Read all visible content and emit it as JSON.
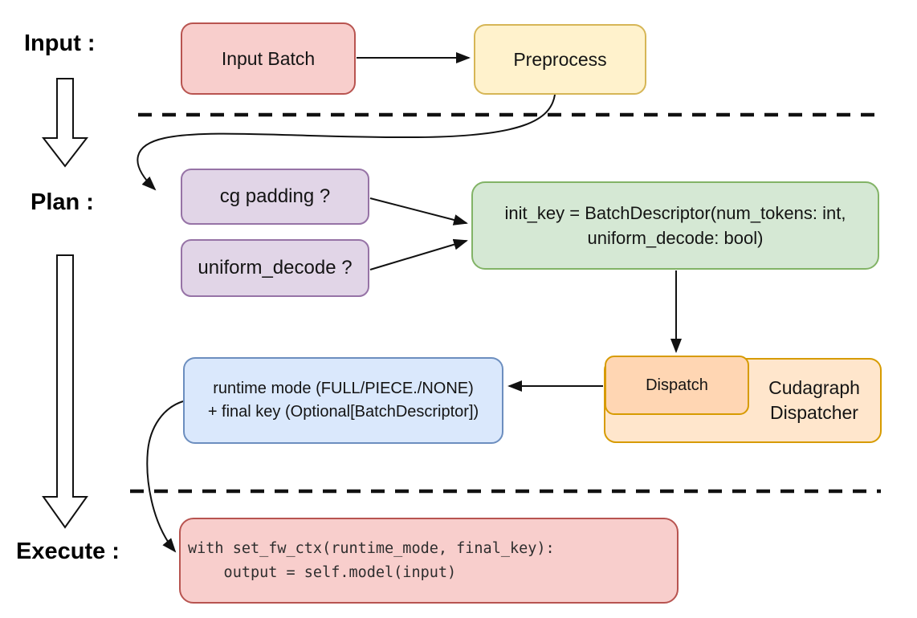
{
  "stages": {
    "input": "Input :",
    "plan": "Plan :",
    "execute": "Execute :"
  },
  "nodes": {
    "input_batch": {
      "label": "Input Batch"
    },
    "preprocess": {
      "label": "Preprocess"
    },
    "cg_padding": {
      "label": "cg padding ?"
    },
    "uniform_decode": {
      "label": "uniform_decode ?"
    },
    "init_key": {
      "line1": "init_key = BatchDescriptor(num_tokens: int,",
      "line2": "uniform_decode: bool)"
    },
    "runtime_mode": {
      "line1": "runtime mode (FULL/PIECE./NONE)",
      "line2": "+ final key (Optional[BatchDescriptor])"
    },
    "dispatch": {
      "label": "Dispatch"
    },
    "cudagraph_dispatcher": {
      "line1": "Cudagraph",
      "line2": "Dispatcher"
    },
    "execute_code": {
      "line1": "with set_fw_ctx(runtime_mode, final_key):",
      "line2": "    output = self.model(input)"
    }
  },
  "edges": [
    {
      "from": "input_batch",
      "to": "preprocess"
    },
    {
      "from": "preprocess",
      "to": "cg_padding"
    },
    {
      "from": "cg_padding",
      "to": "init_key"
    },
    {
      "from": "uniform_decode",
      "to": "init_key"
    },
    {
      "from": "init_key",
      "to": "dispatch"
    },
    {
      "from": "dispatch",
      "to": "runtime_mode"
    },
    {
      "from": "runtime_mode",
      "to": "execute_code"
    },
    {
      "from": "stage-input",
      "to": "stage-plan"
    },
    {
      "from": "stage-plan",
      "to": "stage-execute"
    }
  ],
  "colors": {
    "red_fill": "#F8CECC",
    "red_stroke": "#B85450",
    "yellow_fill": "#FFF2CC",
    "yellow_stroke": "#D6B656",
    "purple_fill": "#E1D5E7",
    "purple_stroke": "#9673A6",
    "green_fill": "#D5E8D4",
    "green_stroke": "#82B366",
    "blue_fill": "#DAE8FC",
    "blue_stroke": "#6C8EBF",
    "orange_fill": "#FFE6CC",
    "orange_dark_fill": "#FFD6B3",
    "orange_stroke": "#D79B00",
    "line_color": "#111111"
  }
}
